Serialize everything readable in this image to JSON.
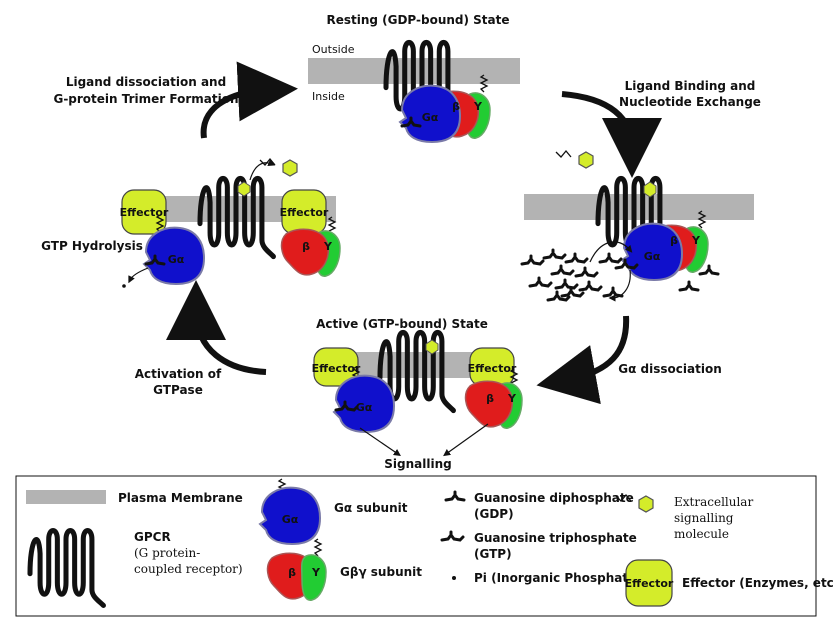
{
  "states": {
    "resting": "Resting (GDP-bound) State",
    "active": "Active (GTP-bound) State"
  },
  "membrane_sides": {
    "outside": "Outside",
    "inside": "Inside"
  },
  "steps": {
    "ligand_dissociation_1": "Ligand dissociation and",
    "ligand_dissociation_2": "G-protein Trimer Formation",
    "ligand_binding_1": "Ligand Binding and",
    "ligand_binding_2": "Nucleotide Exchange",
    "galpha_dissociation": "Gα dissociation",
    "activation_1": "Activation of",
    "activation_2": "GTPase",
    "gtp_hydrolysis": "GTP Hydrolysis",
    "signalling": "Signalling"
  },
  "subunit_labels": {
    "alpha": "Gα",
    "beta": "β",
    "gamma": "Y",
    "effector": "Effector"
  },
  "legend": {
    "membrane": "Plasma Membrane",
    "galpha": "Gα subunit",
    "gdp_1": "Guanosine diphosphate",
    "gdp_2": "(GDP)",
    "gtp_1": "Guanosine triphosphate",
    "gtp_2": "(GTP)",
    "pi": "Pi (Inorganic Phosphate)",
    "ligand_1": "Extracellular",
    "ligand_2": "signalling",
    "ligand_3": "molecule",
    "gpcr_1": "GPCR",
    "gpcr_2": "(G protein-",
    "gpcr_3": "coupled receptor)",
    "gbg": "Gβγ subunit",
    "effector": "Effector (Enzymes, etc)"
  },
  "colors": {
    "membrane": "#b3b3b3",
    "alpha": "#1010cc",
    "beta": "#e01c1c",
    "gamma": "#22cc33",
    "effector": "#d4ec2a",
    "ink": "#111111"
  }
}
